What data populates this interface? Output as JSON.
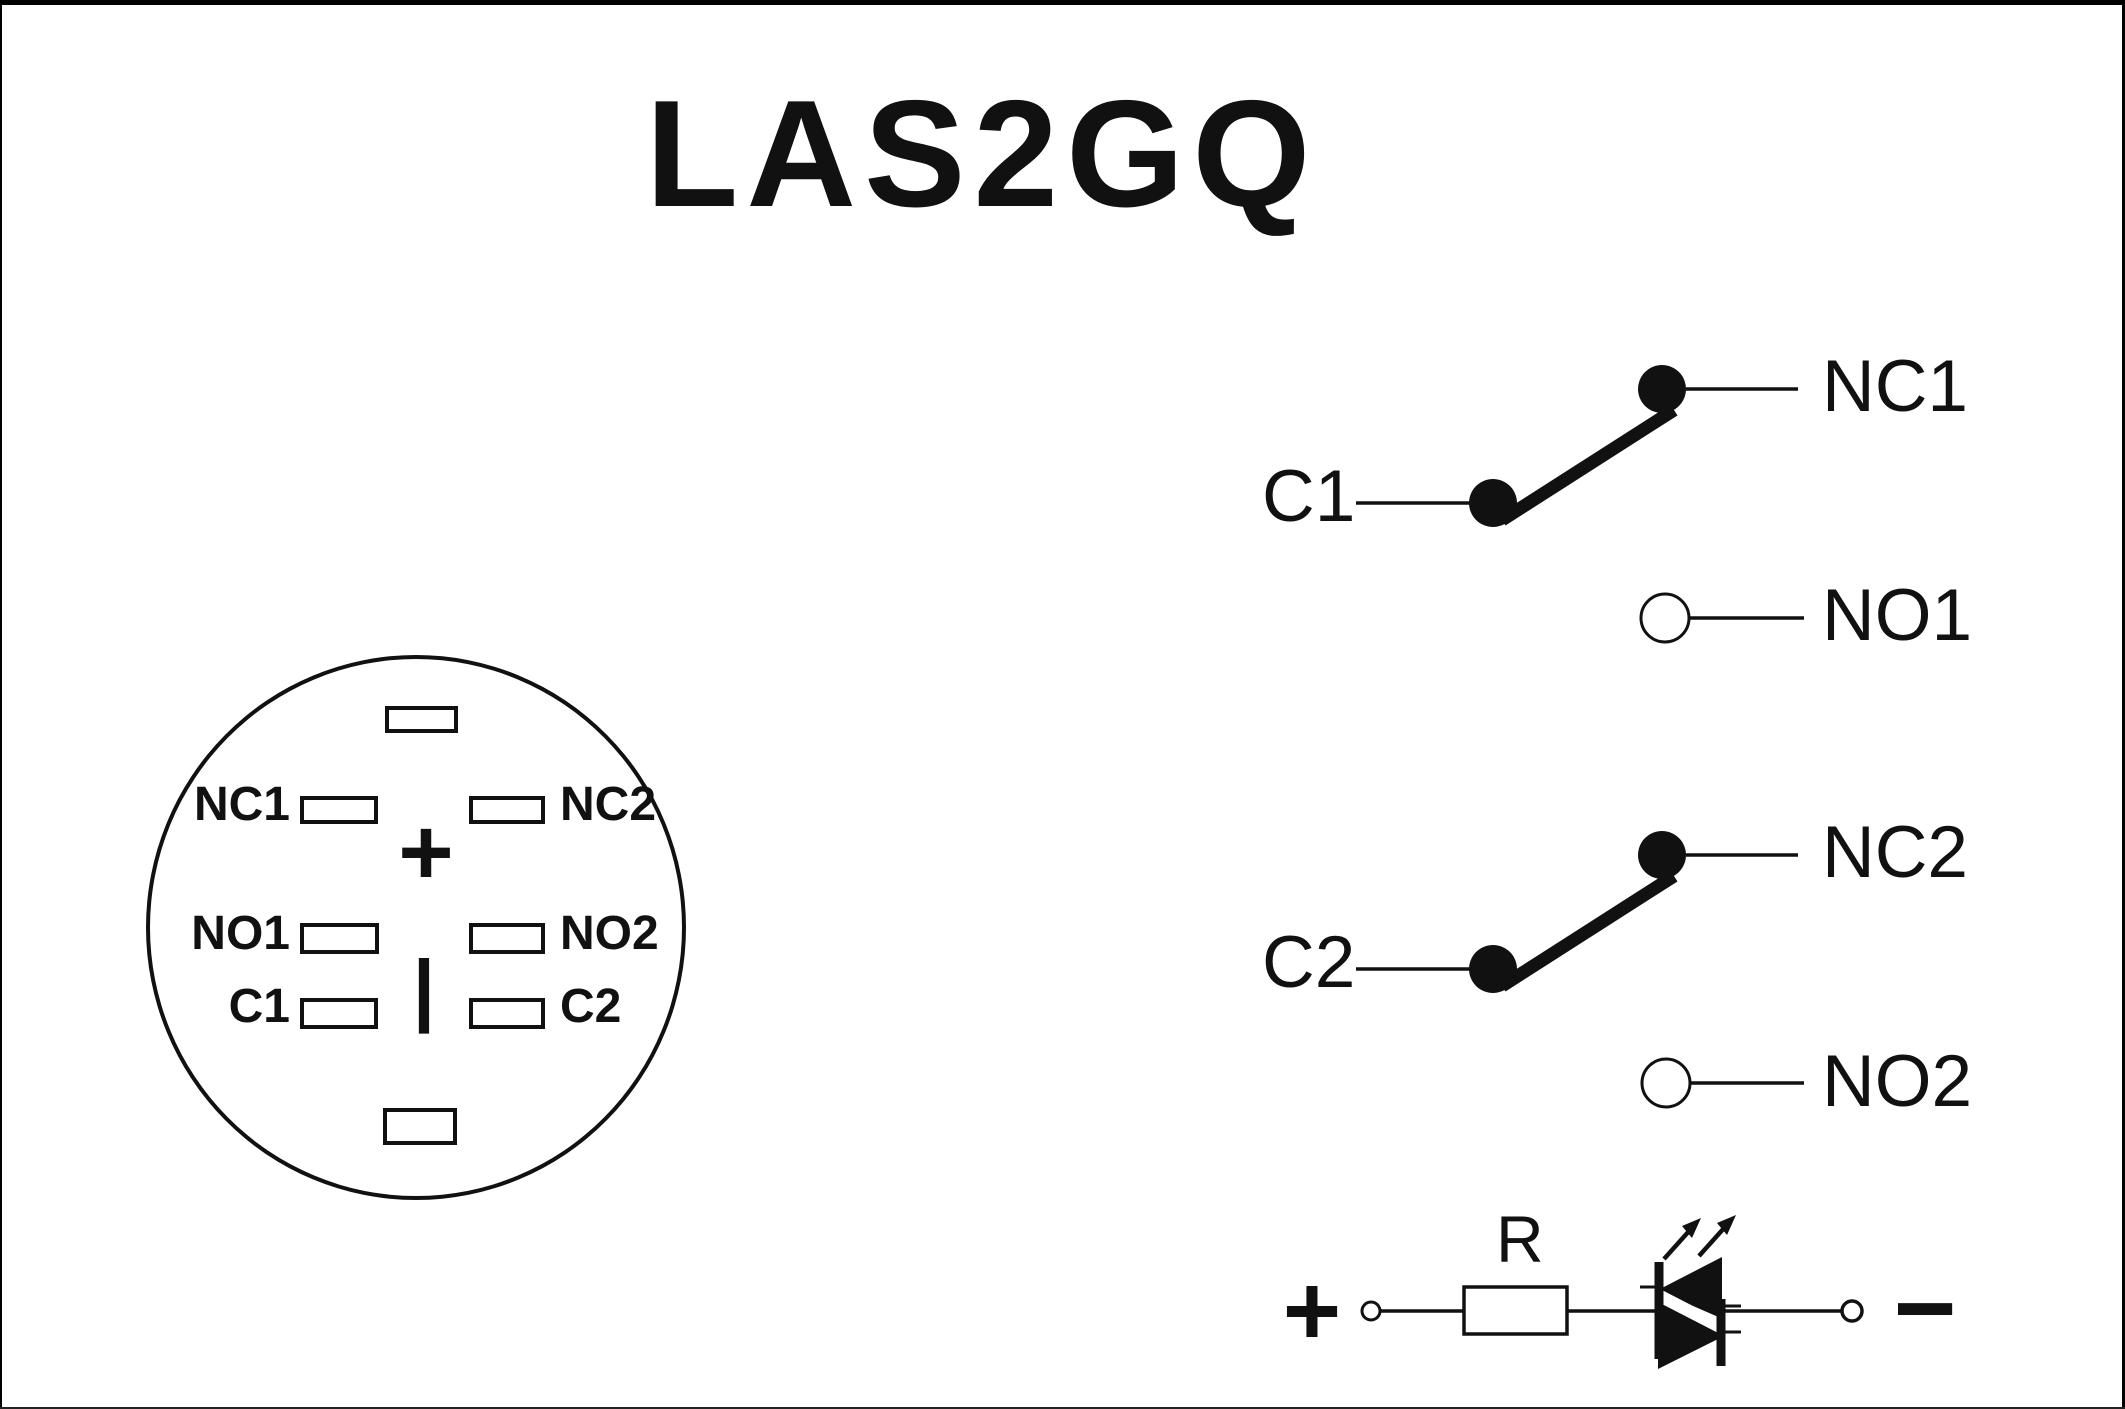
{
  "title": "LAS2GQ",
  "pinout": {
    "rows": [
      {
        "left": "NC1",
        "right": "NC2"
      },
      {
        "left": "NO1",
        "right": "NO2"
      },
      {
        "left": "C1",
        "right": "C2"
      }
    ],
    "center_plus": "+",
    "center_bar": "|"
  },
  "switches": [
    {
      "common": "C1",
      "nc": "NC1",
      "no": "NO1"
    },
    {
      "common": "C2",
      "nc": "NC2",
      "no": "NO2"
    }
  ],
  "led": {
    "plus": "+",
    "resistor_label": "R",
    "minus": "−"
  }
}
